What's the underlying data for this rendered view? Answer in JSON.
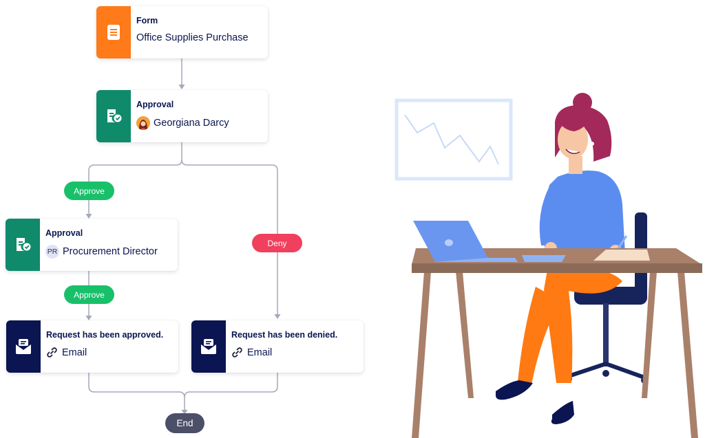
{
  "flow": {
    "form_node": {
      "kicker": "Form",
      "title": "Office Supplies Purchase",
      "icon": "form-icon",
      "color": "#ff7a18"
    },
    "approval_1": {
      "kicker": "Approval",
      "assignee": "Georgiana Darcy",
      "icon": "approval-icon",
      "color": "#0f8a6b"
    },
    "approval_2": {
      "kicker": "Approval",
      "assignee": "Procurement Director",
      "avatar_initials": "PR",
      "icon": "approval-icon",
      "color": "#0f8a6b"
    },
    "email_approved": {
      "kicker": "Request has been approved.",
      "channel": "Email",
      "icon": "mail-icon",
      "color": "#0a1551"
    },
    "email_denied": {
      "kicker": "Request has been denied.",
      "channel": "Email",
      "icon": "mail-icon",
      "color": "#0a1551"
    },
    "branch_approve_1": "Approve",
    "branch_approve_2": "Approve",
    "branch_deny": "Deny",
    "end_label": "End"
  },
  "colors": {
    "approve": "#18c06a",
    "deny": "#f0405d",
    "end": "#4b4f68",
    "connector": "#a4a8ba"
  }
}
